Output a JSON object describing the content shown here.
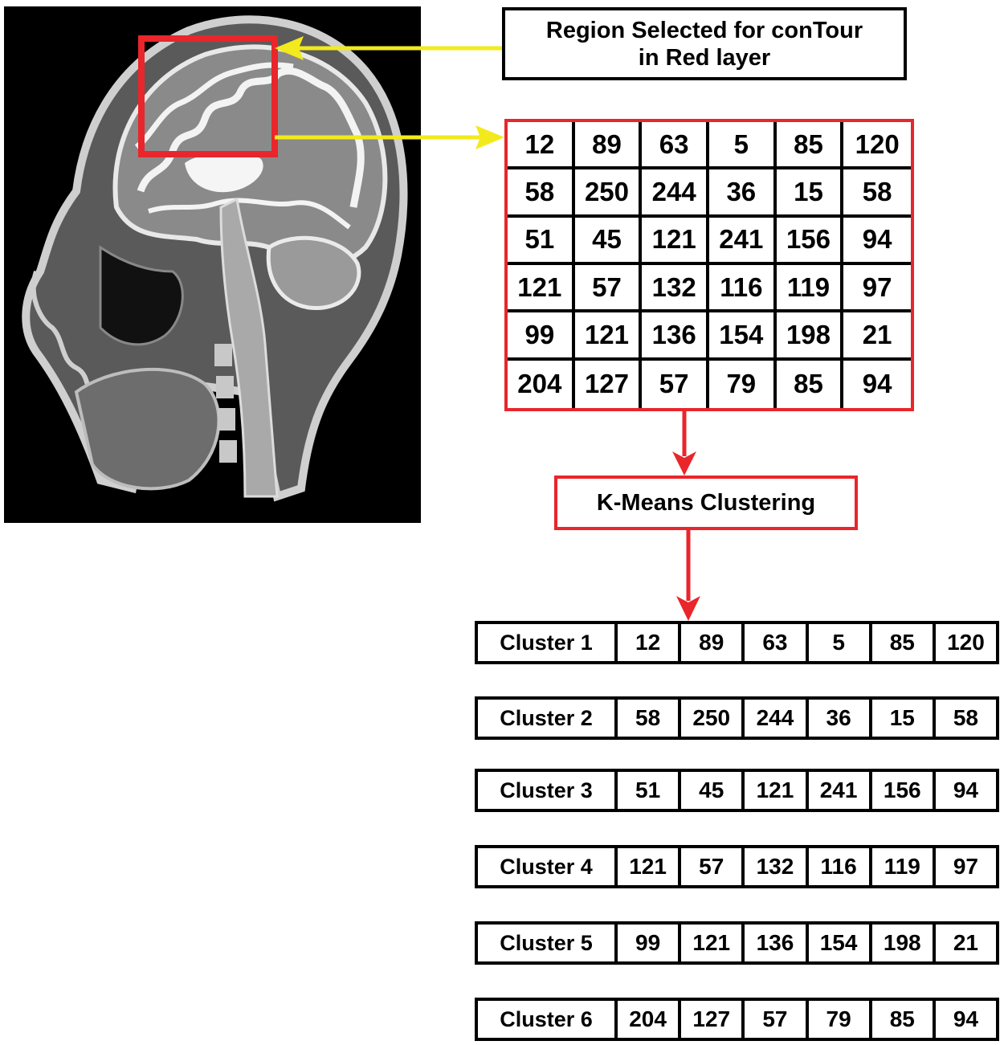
{
  "region_label": "Region Selected for conTour\nin Red  layer",
  "matrix": [
    [
      "12",
      "89",
      "63",
      "5",
      "85",
      "120"
    ],
    [
      "58",
      "250",
      "244",
      "36",
      "15",
      "58"
    ],
    [
      "51",
      "45",
      "121",
      "241",
      "156",
      "94"
    ],
    [
      "121",
      "57",
      "132",
      "116",
      "119",
      "97"
    ],
    [
      "99",
      "121",
      "136",
      "154",
      "198",
      "21"
    ],
    [
      "204",
      "127",
      "57",
      "79",
      "85",
      "94"
    ]
  ],
  "kmeans_label": "K-Means Clustering",
  "clusters": [
    {
      "label": "Cluster 1",
      "values": [
        "12",
        "89",
        "63",
        "5",
        "85",
        "120"
      ]
    },
    {
      "label": "Cluster 2",
      "values": [
        "58",
        "250",
        "244",
        "36",
        "15",
        "58"
      ]
    },
    {
      "label": "Cluster 3",
      "values": [
        "51",
        "45",
        "121",
        "241",
        "156",
        "94"
      ]
    },
    {
      "label": "Cluster 4",
      "values": [
        "121",
        "57",
        "132",
        "116",
        "119",
        "97"
      ]
    },
    {
      "label": "Cluster 5",
      "values": [
        "99",
        "121",
        "136",
        "154",
        "198",
        "21"
      ]
    },
    {
      "label": "Cluster 6",
      "values": [
        "204",
        "127",
        "57",
        "79",
        "85",
        "94"
      ]
    }
  ],
  "colors": {
    "selection": "#e8262b",
    "pointer_arrows": "#f2ea1c",
    "flow_arrows": "#e8262b"
  }
}
